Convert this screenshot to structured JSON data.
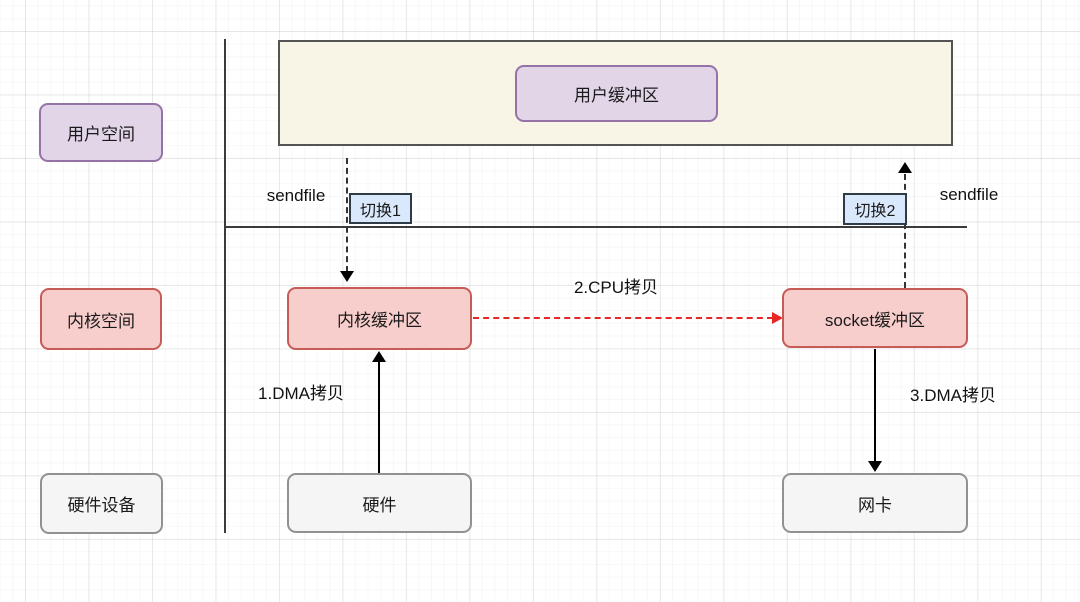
{
  "lanes": {
    "user_space": "用户空间",
    "kernel_space": "内核空间",
    "hardware_device": "硬件设备"
  },
  "nodes": {
    "user_buffer": "用户缓冲区",
    "kernel_buffer": "内核缓冲区",
    "socket_buffer": "socket缓冲区",
    "hardware": "硬件",
    "nic": "网卡"
  },
  "switches": {
    "switch1": "切换1",
    "switch2": "切换2"
  },
  "labels": {
    "sendfile_left": "sendfile",
    "sendfile_right": "sendfile",
    "dma_copy_1": "1.DMA拷贝",
    "cpu_copy_2": "2.CPU拷贝",
    "dma_copy_3": "3.DMA拷贝"
  },
  "colors": {
    "purple_fill": "#E1D5E7",
    "purple_border": "#9673A6",
    "red_fill": "#F8CECC",
    "red_border": "#C75B56",
    "blue_fill": "#DAE8FC",
    "blue_border": "#2F3B47",
    "beige_fill": "#F8F4E6",
    "beige_border": "#545454",
    "gray_fill": "#F5F5F5",
    "gray_border": "#919191",
    "arrow_red": "#E82626"
  }
}
